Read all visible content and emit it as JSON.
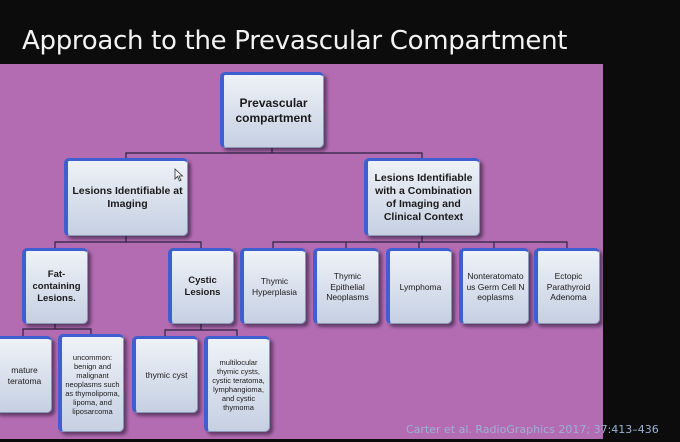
{
  "slide": {
    "title": "Approach to the Prevascular Compartment",
    "citation": "Carter et al. RadioGraphics 2017; 37:413–436"
  },
  "colors": {
    "panel_background": "#b36cb2",
    "node_fill": "#dfe5f0",
    "node_accent": "#3f5fd0",
    "connector": "#2a2340"
  },
  "diagram": {
    "nodes": {
      "root": "Prevascular compartment",
      "imaging": "Lesions Identifiable at Imaging",
      "combination": "Lesions Identifiable with a Combination of Imaging and Clinical Context",
      "fat": "Fat-containing Lesions.",
      "cystic": "Cystic Lesions",
      "thymic_hyperplasia": "Thymic Hyperplasia",
      "thymic_epithelial": "Thymic Epithelial Neoplasms",
      "lymphoma": "Lymphoma",
      "nonteratomatous": "Nonteratomatous Germ Cell Neoplasms",
      "ectopic_parathyroid": "Ectopic Parathyroid Adenoma",
      "mature_teratoma": "mature teratoma",
      "uncommon_fat": "uncommon: benign and malignant neoplasms such as thymolipoma, lipoma, and liposarcoma",
      "thymic_cyst": "thymic cyst",
      "multilocular": "multilocular thymic cysts, cystic teratoma, lymphangioma, and cystic thymoma"
    },
    "edges": [
      [
        "root",
        "imaging"
      ],
      [
        "root",
        "combination"
      ],
      [
        "imaging",
        "fat"
      ],
      [
        "imaging",
        "cystic"
      ],
      [
        "combination",
        "thymic_hyperplasia"
      ],
      [
        "combination",
        "thymic_epithelial"
      ],
      [
        "combination",
        "lymphoma"
      ],
      [
        "combination",
        "nonteratomatous"
      ],
      [
        "combination",
        "ectopic_parathyroid"
      ],
      [
        "fat",
        "mature_teratoma"
      ],
      [
        "fat",
        "uncommon_fat"
      ],
      [
        "cystic",
        "thymic_cyst"
      ],
      [
        "cystic",
        "multilocular"
      ]
    ]
  }
}
